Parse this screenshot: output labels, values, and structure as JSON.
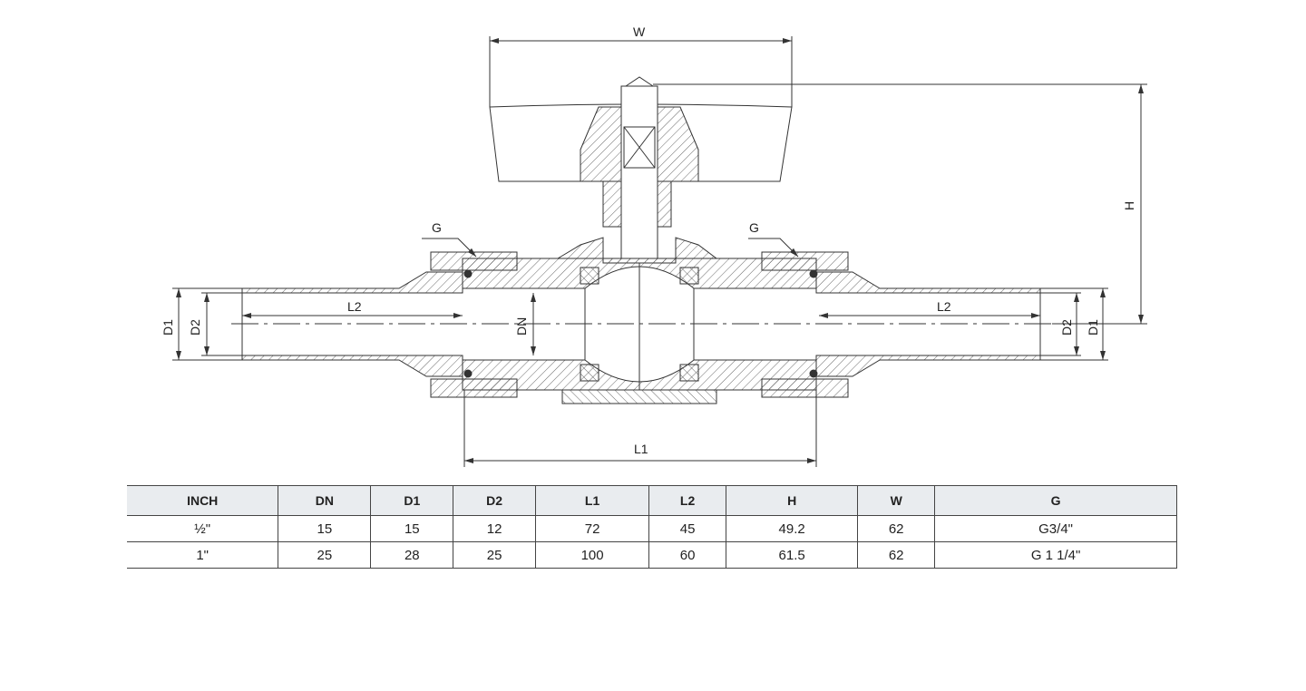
{
  "drawing": {
    "title": "Ball valve sectional drawing",
    "labels": {
      "W": "W",
      "H": "H",
      "G_left": "G",
      "G_right": "G",
      "D1_left": "D1",
      "D2_left": "D2",
      "D1_right": "D1",
      "D2_right": "D2",
      "L2_left": "L2",
      "L2_right": "L2",
      "DN": "DN",
      "L1": "L1"
    }
  },
  "table": {
    "headers": [
      "INCH",
      "DN",
      "D1",
      "D2",
      "L1",
      "L2",
      "H",
      "W",
      "G"
    ],
    "rows": [
      [
        "½\"",
        "15",
        "15",
        "12",
        "72",
        "45",
        "49.2",
        "62",
        "G3/4\""
      ],
      [
        "1\"",
        "25",
        "28",
        "25",
        "100",
        "60",
        "61.5",
        "62",
        "G 1 1/4\""
      ]
    ]
  },
  "colors": {
    "line": "#333333",
    "header_bg": "#e9ecef"
  }
}
